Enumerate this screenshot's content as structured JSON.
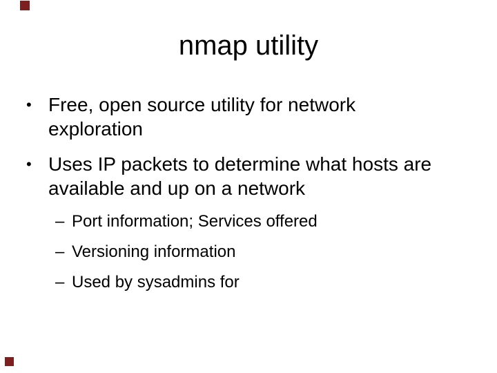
{
  "slide": {
    "title": "nmap utility",
    "bullets": [
      {
        "level": 1,
        "lines": [
          "Free, open source utility for network",
          "exploration"
        ]
      },
      {
        "level": 1,
        "lines": [
          "Uses IP packets to determine what hosts are",
          "available and up on a network"
        ]
      }
    ],
    "sub_bullets": [
      {
        "level": 2,
        "text": "Port information; Services offered"
      },
      {
        "level": 2,
        "text": "Versioning information"
      },
      {
        "level": 2,
        "text": "Used by sysadmins for"
      }
    ],
    "markers": {
      "bullet_char": "•",
      "dash_char": "–"
    },
    "colors": {
      "background": "#ffffff",
      "text": "#000000",
      "accent_square": "#7d1f1f"
    }
  }
}
